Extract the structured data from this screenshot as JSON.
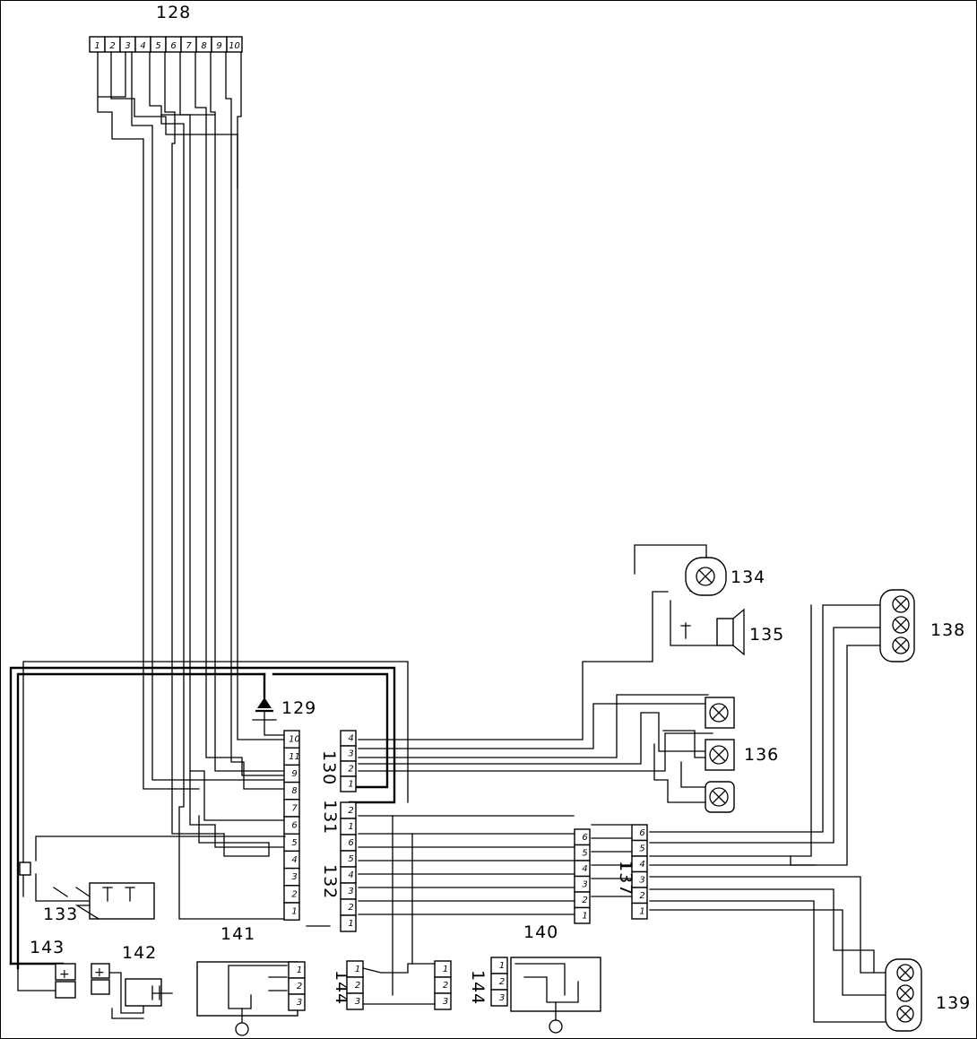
{
  "labels": {
    "c128": "128",
    "c129": "129",
    "c130": "130",
    "c131": "131",
    "c132": "132",
    "c133": "133",
    "c134": "134",
    "c135": "135",
    "c136": "136",
    "c137": "137",
    "c138": "138",
    "c139": "139",
    "c140": "140",
    "c141": "141",
    "c142": "142",
    "c143": "143",
    "c144a": "144",
    "c144b": "144"
  },
  "connector128_pins": [
    "1",
    "2",
    "3",
    "4",
    "5",
    "6",
    "7",
    "8",
    "9",
    "10"
  ],
  "connector130_pins": [
    "4",
    "3",
    "2",
    "1"
  ],
  "connector131_pins": [
    "10",
    "11",
    "9",
    "8",
    "7",
    "6",
    "5",
    "4",
    "3",
    "2",
    "1"
  ],
  "connector132_pins": [
    "2",
    "1",
    "6",
    "5",
    "4",
    "3",
    "2",
    "1"
  ],
  "connector137a_pins": [
    "6",
    "5",
    "4",
    "3",
    "2",
    "1"
  ],
  "connector137b_pins": [
    "6",
    "5",
    "4",
    "3",
    "2",
    "1"
  ],
  "connector144a_pins": [
    "1",
    "2",
    "3"
  ],
  "connector144b_pins": [
    "1",
    "2",
    "3"
  ],
  "connector144c_pins": [
    "1",
    "2",
    "3"
  ],
  "connector144d_pins": [
    "1",
    "2",
    "3"
  ],
  "battery_symbol": "+"
}
